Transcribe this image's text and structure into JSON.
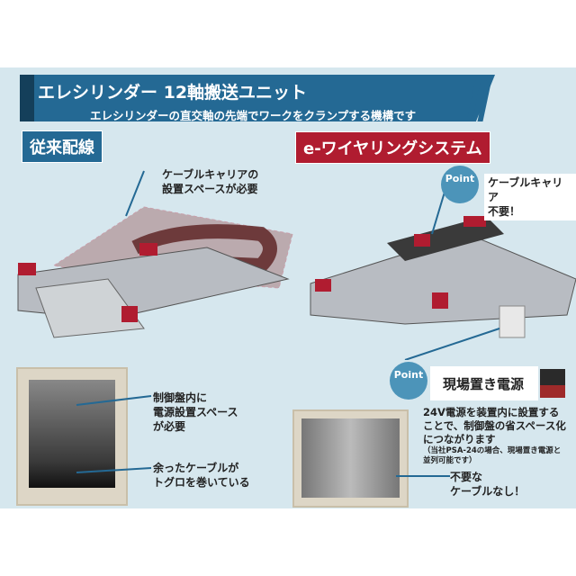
{
  "header": {
    "title": "エレシリンダー 12軸搬送ユニット",
    "subtitle": "エレシリンダーの直交軸の先端でワークをクランプする機構です"
  },
  "left": {
    "label": "従来配線",
    "carrier_note": [
      "ケーブルキャリアの",
      "設置スペースが必要"
    ],
    "panel_note": [
      "制御盤内に",
      "電源設置スペース",
      "が必要"
    ],
    "cable_note": [
      "余ったケーブルが",
      "トグロを巻いている"
    ]
  },
  "right": {
    "label": "e-ワイヤリングシステム",
    "point1": {
      "badge": "Point",
      "text": [
        "ケーブルキャリア",
        "不要！"
      ]
    },
    "point2": {
      "badge": "Point",
      "title": "現場置き電源"
    },
    "description": [
      "24V電源を装置内に設置する",
      "ことで、制御盤の省スペース化",
      "につながります"
    ],
    "note": [
      "（当社PSA-24の場合、現場置き電源と",
      "並列可能です）"
    ],
    "cable_note": [
      "不要な",
      "ケーブルなし！"
    ]
  },
  "colors": {
    "blue": "#246994",
    "red": "#b01c30",
    "bg": "#d6e7ee"
  }
}
